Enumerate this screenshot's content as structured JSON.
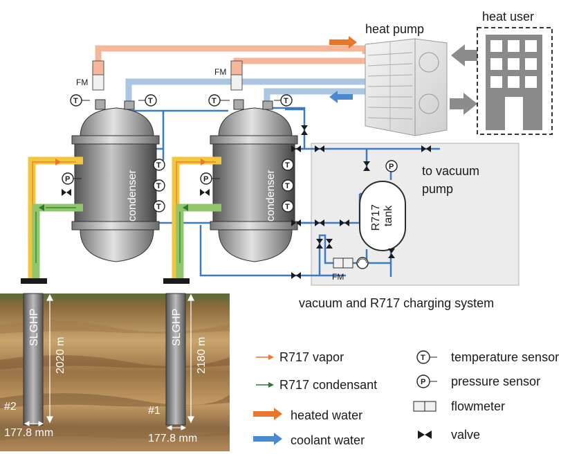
{
  "labels": {
    "heat_pump": "heat pump",
    "heat_user": "heat user",
    "to_vacuum_pump": "to vacuum pump",
    "vacuum_system": "vacuum and R717 charging system",
    "condenser": "condenser",
    "tank": "R717 tank",
    "fm": "FM",
    "slghp": "SLGHP",
    "well_2": "#2",
    "well_1": "#1",
    "depth_2": "2020 m",
    "depth_1": "2180 m",
    "diam": "177.8 mm"
  },
  "sensors": {
    "temperature": "T",
    "pressure": "P"
  },
  "legend": {
    "vapor": "R717 vapor",
    "condensant": "R717 condensant",
    "heated": "heated water",
    "coolant": "coolant water",
    "temp_sensor": "temperature sensor",
    "pressure_sensor": "pressure sensor",
    "flowmeter": "flowmeter",
    "valve": "valve"
  },
  "colors": {
    "heated_water": "#f4b79a",
    "heated_arrow": "#e8772c",
    "coolant_water": "#a9c6e3",
    "coolant_arrow": "#4a8ad0",
    "ammonia_line": "#3a7cc4",
    "vapor": "#f3c640",
    "condensant": "#8fc76a",
    "vacuum_box": "#ececec"
  }
}
